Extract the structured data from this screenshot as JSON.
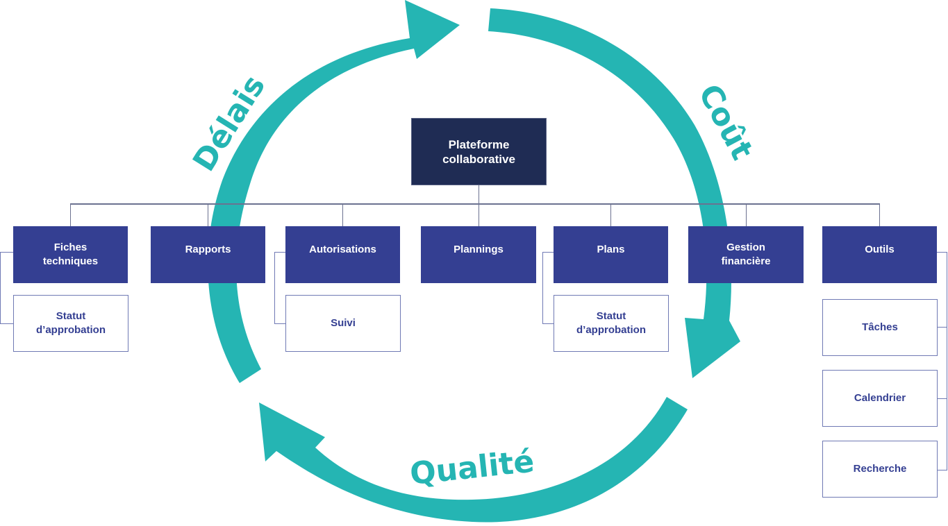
{
  "diagram": {
    "root": {
      "label": "Plateforme collaborative",
      "color": "#1f2c54"
    },
    "cycle": {
      "color": "#25b5b3",
      "labels": {
        "delais": "Délais",
        "cout": "Coût",
        "qualite": "Qualité"
      }
    },
    "categories": [
      {
        "label": "Fiches techniques",
        "children": [
          "Statut d’approbation"
        ]
      },
      {
        "label": "Rapports",
        "children": []
      },
      {
        "label": "Autorisations",
        "children": [
          "Suivi"
        ]
      },
      {
        "label": "Plannings",
        "children": []
      },
      {
        "label": "Plans",
        "children": [
          "Statut d’approbation"
        ]
      },
      {
        "label": "Gestion financière",
        "children": []
      },
      {
        "label": "Outils",
        "children": [
          "Tâches",
          "Calendrier",
          "Recherche"
        ]
      }
    ],
    "category_color": "#343f92",
    "subitem_border_color": "#6f79b4"
  }
}
